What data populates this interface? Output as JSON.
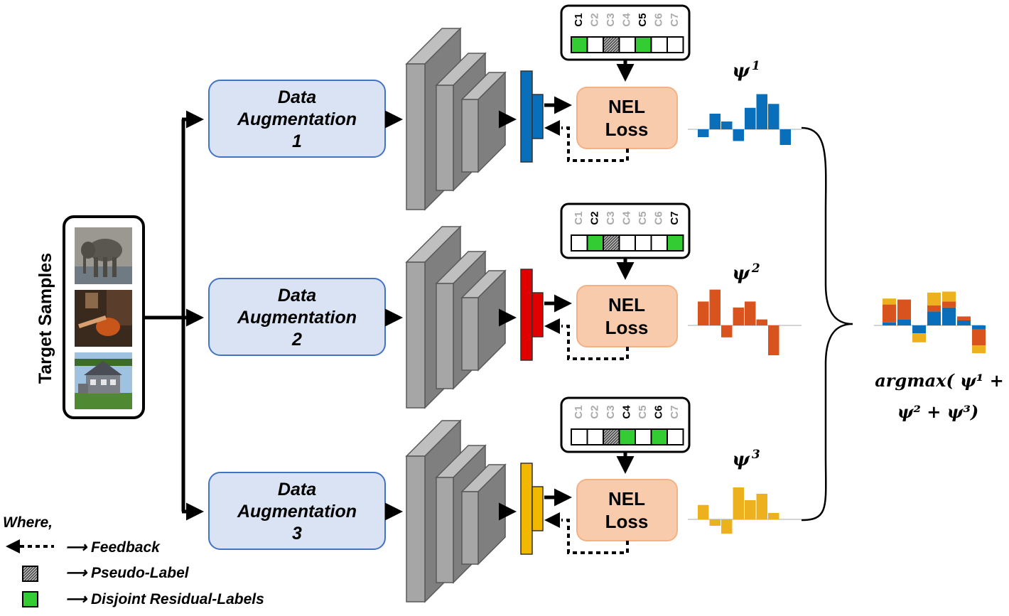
{
  "target_samples_label": "Target Samples",
  "augmentations": [
    {
      "line1": "Data",
      "line2": "Augmentation",
      "line3": "1"
    },
    {
      "line1": "Data",
      "line2": "Augmentation",
      "line3": "2"
    },
    {
      "line1": "Data",
      "line2": "Augmentation",
      "line3": "3"
    }
  ],
  "loss_label_line1": "NEL",
  "loss_label_line2": "Loss",
  "class_labels": [
    "C1",
    "C2",
    "C3",
    "C4",
    "C5",
    "C6",
    "C7"
  ],
  "label_sets": [
    {
      "pseudo": 3,
      "residual": [
        1,
        5
      ]
    },
    {
      "pseudo": 3,
      "residual": [
        2,
        7
      ]
    },
    {
      "pseudo": 3,
      "residual": [
        4,
        6
      ]
    }
  ],
  "psi": [
    {
      "base": "ψ",
      "sup": "1",
      "color": "#0a6fba",
      "values": [
        -0.2,
        0.4,
        0.2,
        -0.3,
        0.55,
        0.9,
        0.65,
        -0.4
      ]
    },
    {
      "base": "ψ",
      "sup": "2",
      "color": "#d9531e",
      "values": [
        0.8,
        1.2,
        -0.4,
        0.6,
        0.8,
        0.2,
        -1.0
      ]
    },
    {
      "base": "ψ",
      "sup": "3",
      "color": "#edb120",
      "values": [
        0.45,
        -0.2,
        -0.45,
        1.0,
        0.6,
        0.8,
        0.2
      ]
    }
  ],
  "combined": {
    "label_line1": "argmax( ψ¹ +",
    "label_line2": "ψ² + ψ³)",
    "stacks": [
      [
        {
          "c": 0,
          "v": 0.15
        },
        {
          "c": 1,
          "v": 0.9
        },
        {
          "c": 2,
          "v": 0.3
        }
      ],
      [
        {
          "c": 0,
          "v": 0.3
        },
        {
          "c": 1,
          "v": 1.0
        }
      ],
      [
        {
          "c": 0,
          "v": -0.4
        },
        {
          "c": 2,
          "v": -0.45
        }
      ],
      [
        {
          "c": 0,
          "v": 0.7
        },
        {
          "c": 1,
          "v": 0.3
        },
        {
          "c": 2,
          "v": 0.65
        }
      ],
      [
        {
          "c": 0,
          "v": 0.9
        },
        {
          "c": 1,
          "v": 0.3
        },
        {
          "c": 2,
          "v": 0.5
        }
      ],
      [
        {
          "c": 0,
          "v": 0.25
        },
        {
          "c": 1,
          "v": 0.2
        }
      ],
      [
        {
          "c": 0,
          "v": -0.2
        },
        {
          "c": 1,
          "v": -0.8
        },
        {
          "c": 2,
          "v": -0.4
        }
      ]
    ]
  },
  "legend": {
    "title": "Where,",
    "feedback": "⟶ Feedback",
    "pseudo": "⟶ Pseudo-Label",
    "residual": "⟶ Disjoint Residual-Labels"
  },
  "colors": {
    "aug_fill": "#dae3f3",
    "aug_stroke": "#4472c4",
    "loss_fill": "#f8cbad",
    "loss_stroke": "#f4b183",
    "residual_green": "#33cc33",
    "active_label": "#000000",
    "inactive_label": "#aaaaaa",
    "cnn_front": "#a6a6a6",
    "cnn_side": "#7f7f7f",
    "head_blue": "#0a6fba",
    "head_red": "#e00000",
    "head_yellow": "#f2b800"
  }
}
